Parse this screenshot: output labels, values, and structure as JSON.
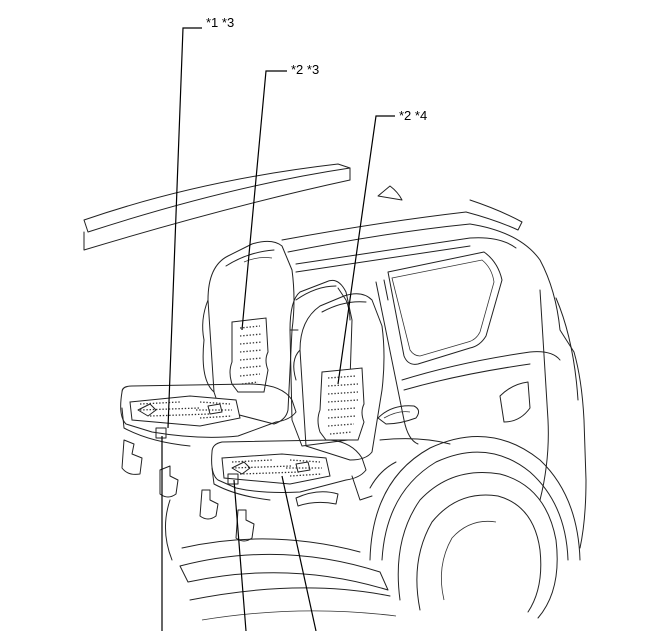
{
  "callouts": [
    {
      "id": "c1",
      "text": "*1 *3"
    },
    {
      "id": "c2",
      "text": "*2  *3"
    },
    {
      "id": "c3",
      "text": "*2 *4"
    }
  ]
}
